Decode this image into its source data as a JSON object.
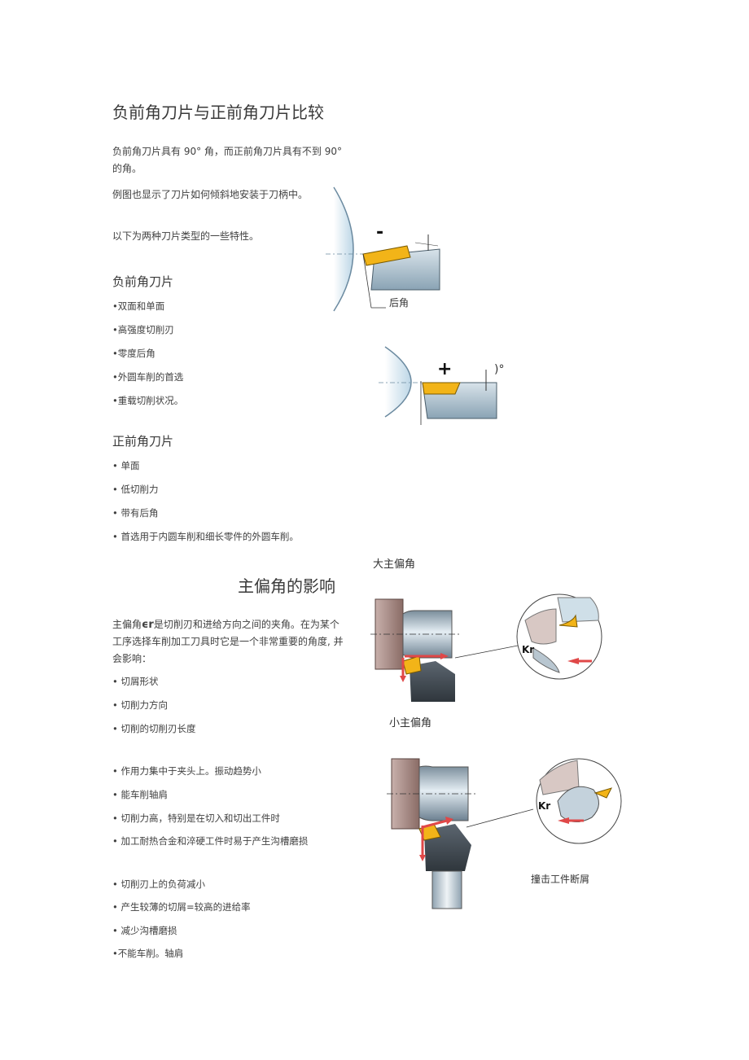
{
  "section1": {
    "title": "负前角刀片与正前角刀片比较",
    "para1": "负前角刀片具有 90° 角，而正前角刀片具有不到 90°的角。",
    "para2": "例图也显示了刀片如何倾斜地安装于刀柄中。",
    "para3": "以下为两种刀片类型的一些特性。",
    "negative": {
      "heading": "负前角刀片",
      "items": [
        "•双面和单面",
        "•高强度切削刃",
        "•零度后角",
        "•外圆车削的首选",
        "•重载切削状况。"
      ]
    },
    "positive": {
      "heading": "正前角刀片",
      "items": [
        "•  单面",
        "•  低切削力",
        "•  带有后角",
        "•  首选用于内圆车削和细长零件的外圆车削。"
      ]
    },
    "figure_neg": {
      "sign": "-",
      "label": "后角"
    },
    "figure_pos": {
      "sign": "+",
      "label": ")°"
    }
  },
  "section2": {
    "title": "主偏角的影响",
    "intro_prefix": "主偏角",
    "intro_symbol": "ϵr",
    "intro_rest": "是切削刃和进给方向之间的夹角。在为某个工序选择车削加工刀具时它是一个非常重要的角度, 并会影响：",
    "effects": [
      "•  切屑形状",
      "•  切削力方向",
      "•  切削的切削刃长度"
    ],
    "large_items": [
      "•  作用力集中于夹头上。振动趋势小",
      "•  能车削轴肩",
      "•  切削力高，特别是在切入和切出工件时",
      "•  加工耐热合金和淬硬工件时易于产生沟槽磨损"
    ],
    "small_items": [
      "•  切削刃上的负荷减小",
      "•  产生较薄的切屑=较高的进给率",
      "•  减少沟槽磨损",
      "•不能车削。轴肩"
    ],
    "fig_large_caption": "大主偏角",
    "fig_small_caption": "小主偏角",
    "fig_small_note": "撞击工件断屑",
    "kappa_label": "Kr"
  },
  "colors": {
    "insert": "#f2b418",
    "steel": "#a9bccb",
    "arrow": "#e04848",
    "chuck": "#9e7f79"
  }
}
